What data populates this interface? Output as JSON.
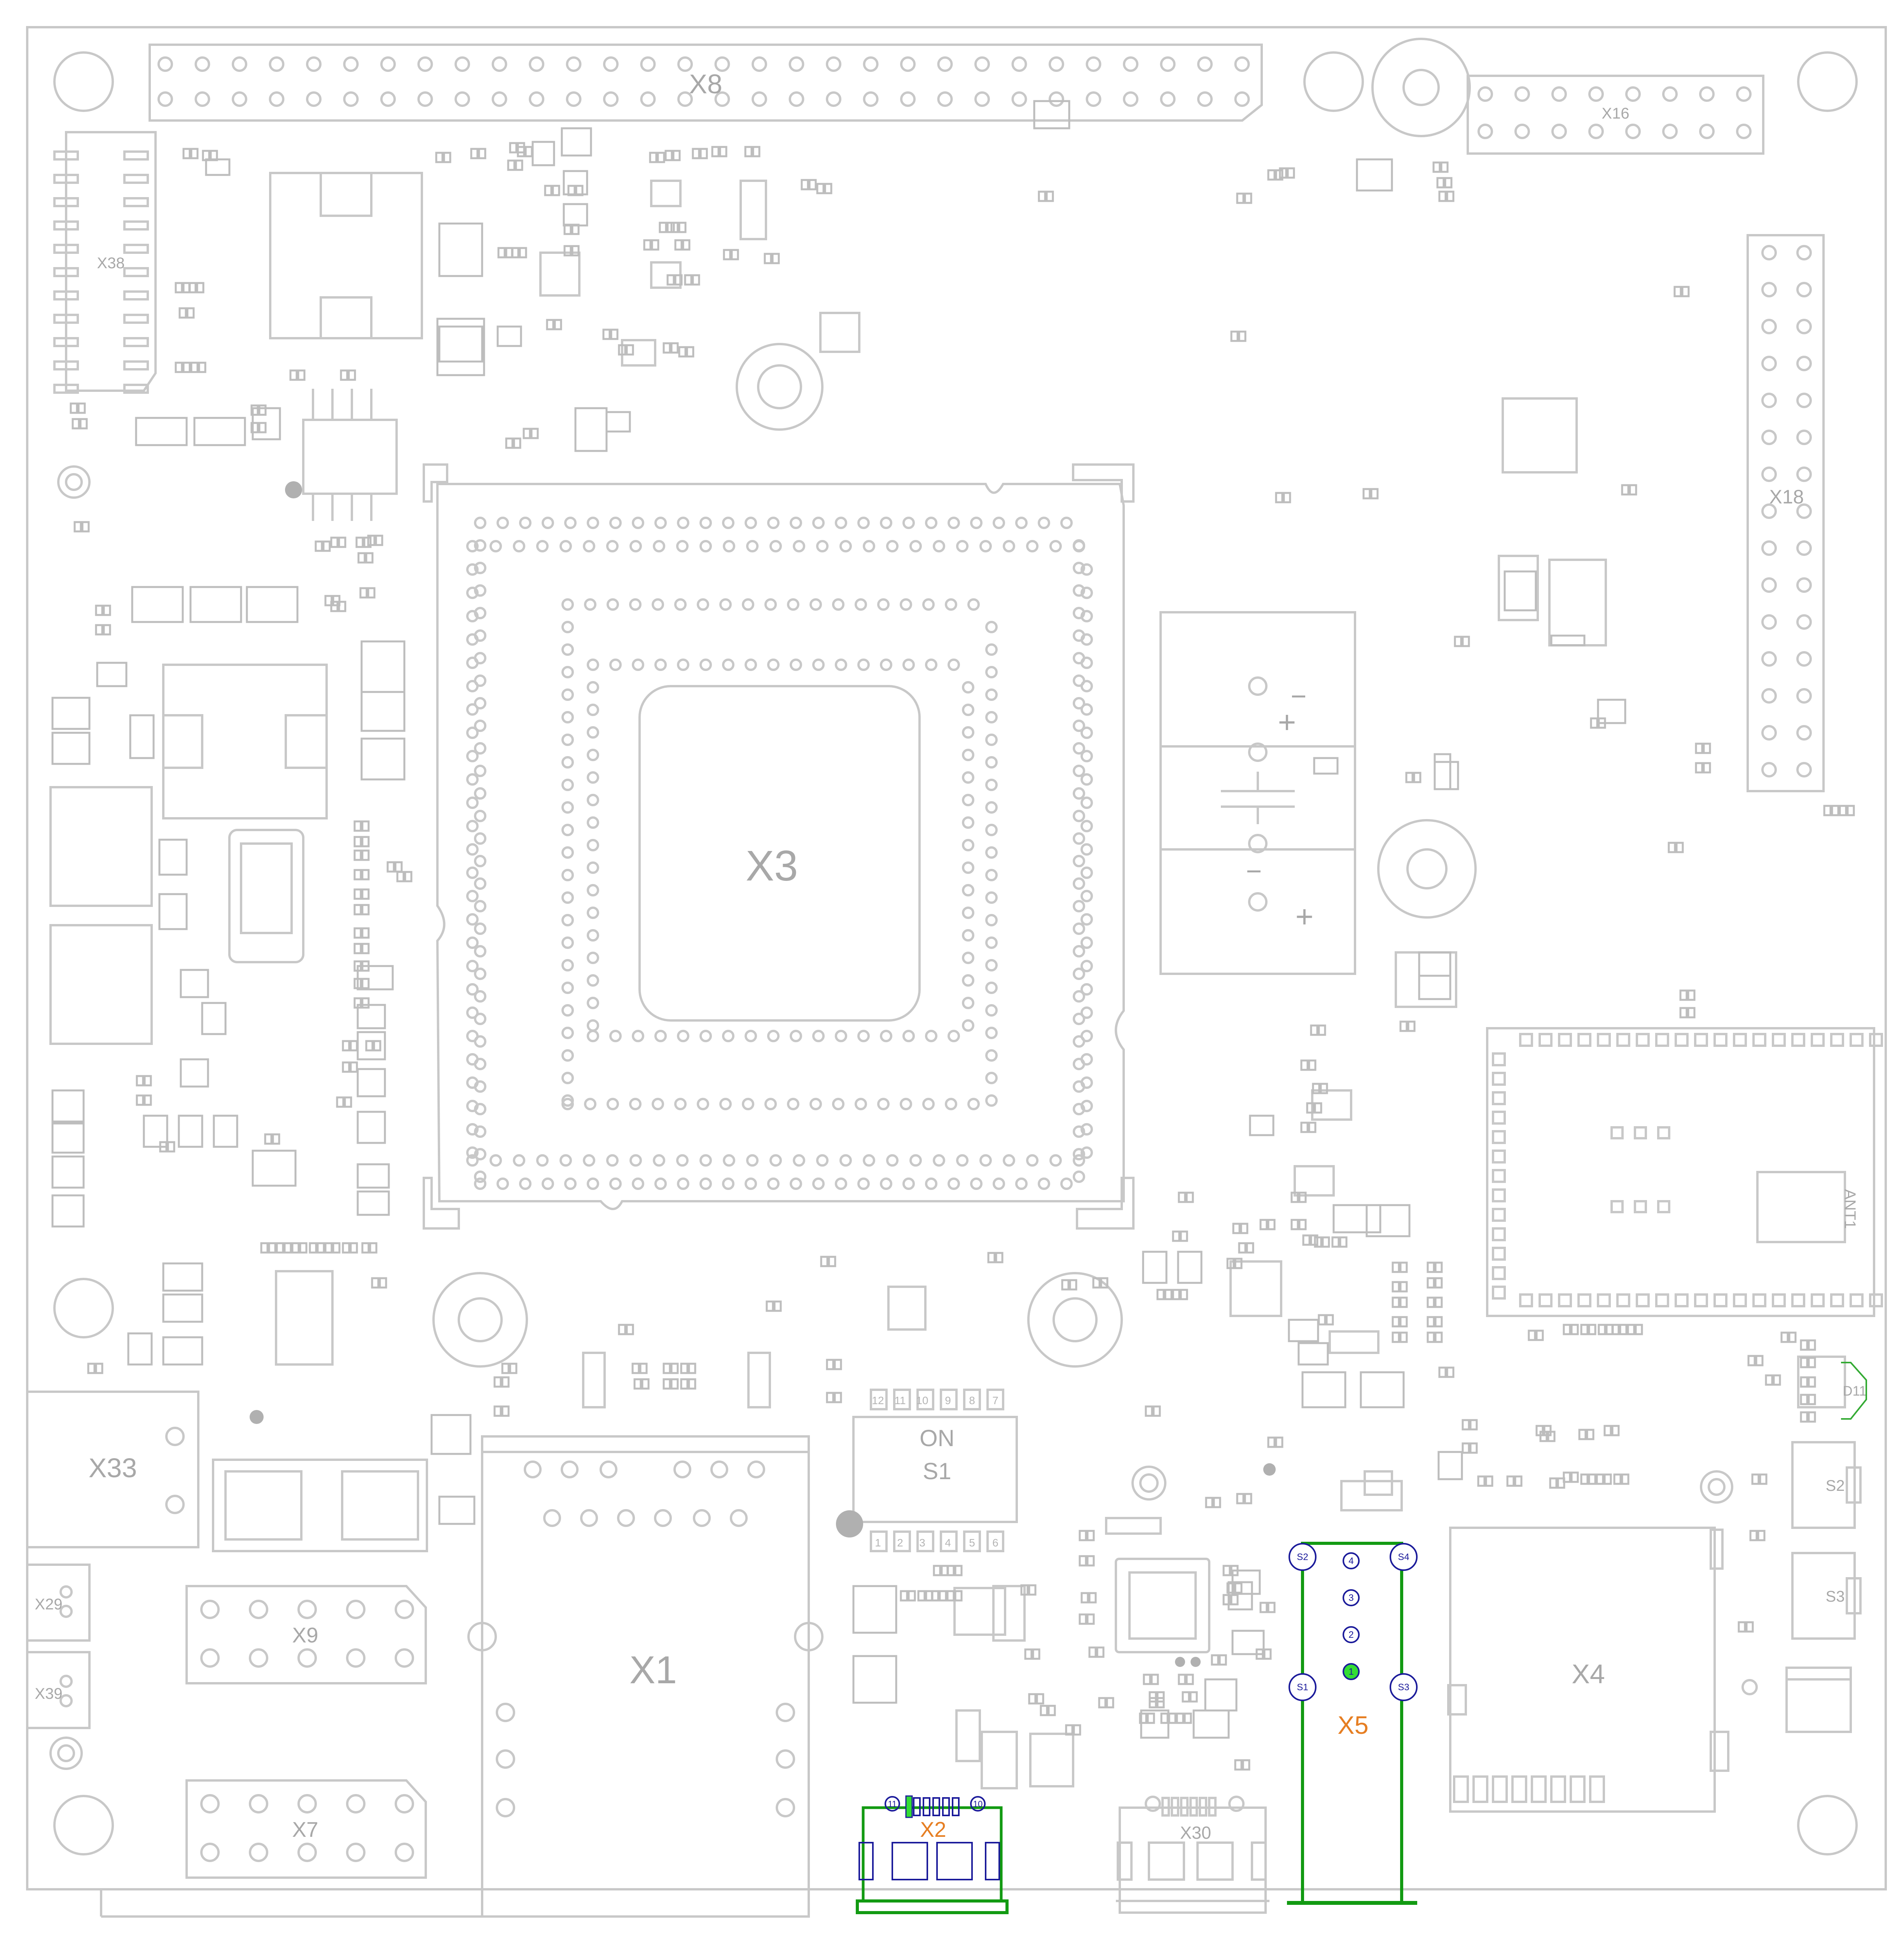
{
  "colors": {
    "outline": "#c8c8c8",
    "pad": "#bdbdbd",
    "highlight_green": "#129a12",
    "label_orange": "#e67e22",
    "pin_blue": "#1a1a9a",
    "pin_fill_green": "#33dd33"
  },
  "labels": {
    "x8": "X8",
    "x16": "X16",
    "x38": "X38",
    "x18": "X18",
    "x3": "X3",
    "ant1": "ANT1",
    "x33": "X33",
    "x29": "X29",
    "x39": "X39",
    "x9": "X9",
    "x7": "X7",
    "x1": "X1",
    "s1_on": "ON",
    "s1": "S1",
    "x2": "X2",
    "x30": "X30",
    "x5": "X5",
    "x4": "X4",
    "s2": "S2",
    "s3": "S3",
    "d11": "D11"
  },
  "battery": {
    "minus": "−",
    "plus": "+"
  },
  "x5_pins": [
    "4",
    "3",
    "2",
    "1"
  ],
  "x5_mounts": [
    "S2",
    "S4",
    "S1",
    "S3"
  ],
  "x2_pins": [
    "11",
    "10"
  ],
  "s1_numbers_top": [
    "12",
    "11",
    "10",
    "9",
    "8",
    "7"
  ],
  "s1_numbers_bottom": [
    "1",
    "2",
    "3",
    "4",
    "5",
    "6"
  ]
}
